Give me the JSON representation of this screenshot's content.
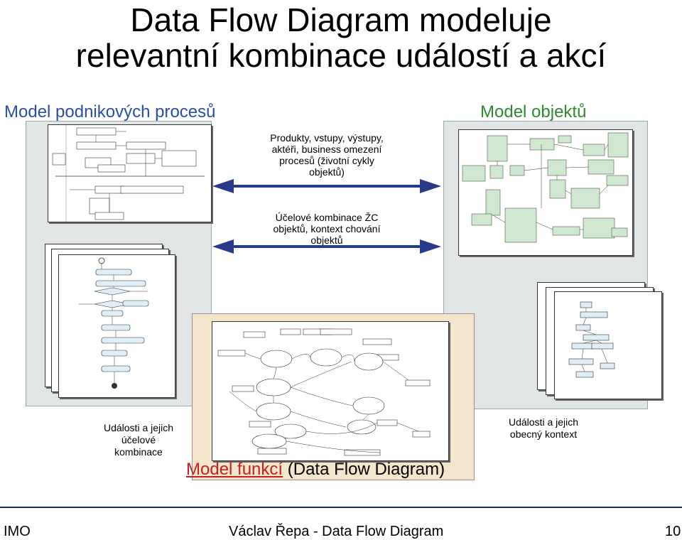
{
  "title": {
    "line1": "Data Flow Diagram modeluje",
    "line2": "relevantní kombinace událostí a akcí"
  },
  "sections": {
    "business_process_model": "Model podnikových procesů",
    "object_model": "Model objektů"
  },
  "arrows": {
    "top_text": [
      "Produkty, vstupy, výstupy,",
      "aktéři, business omezení",
      "procesů (životní cykly",
      "objektů)"
    ],
    "bottom_text": [
      "Účelové kombinace ŽC",
      "objektů, kontext chování",
      "objektů"
    ]
  },
  "labels": {
    "left": [
      "Události a jejich",
      "účelové",
      "kombinace"
    ],
    "right": [
      "Události a jejich",
      "obecný kontext"
    ]
  },
  "function_model": {
    "prefix": "Model funkcí",
    "suffix": " (Data Flow Diagram)"
  },
  "footer": {
    "left": "IMO",
    "center": "Václav Řepa - Data Flow Diagram",
    "page": "10"
  },
  "colors": {
    "blue_heading": "#2a4ea8",
    "green_heading": "#2e8b2e",
    "red_heading": "#c42020",
    "panel_bg": "#e2e5e5",
    "dfd_bg": "#f3e6cc",
    "object_box": "#cfe8cf",
    "dfd_process": "#e0eef8"
  }
}
